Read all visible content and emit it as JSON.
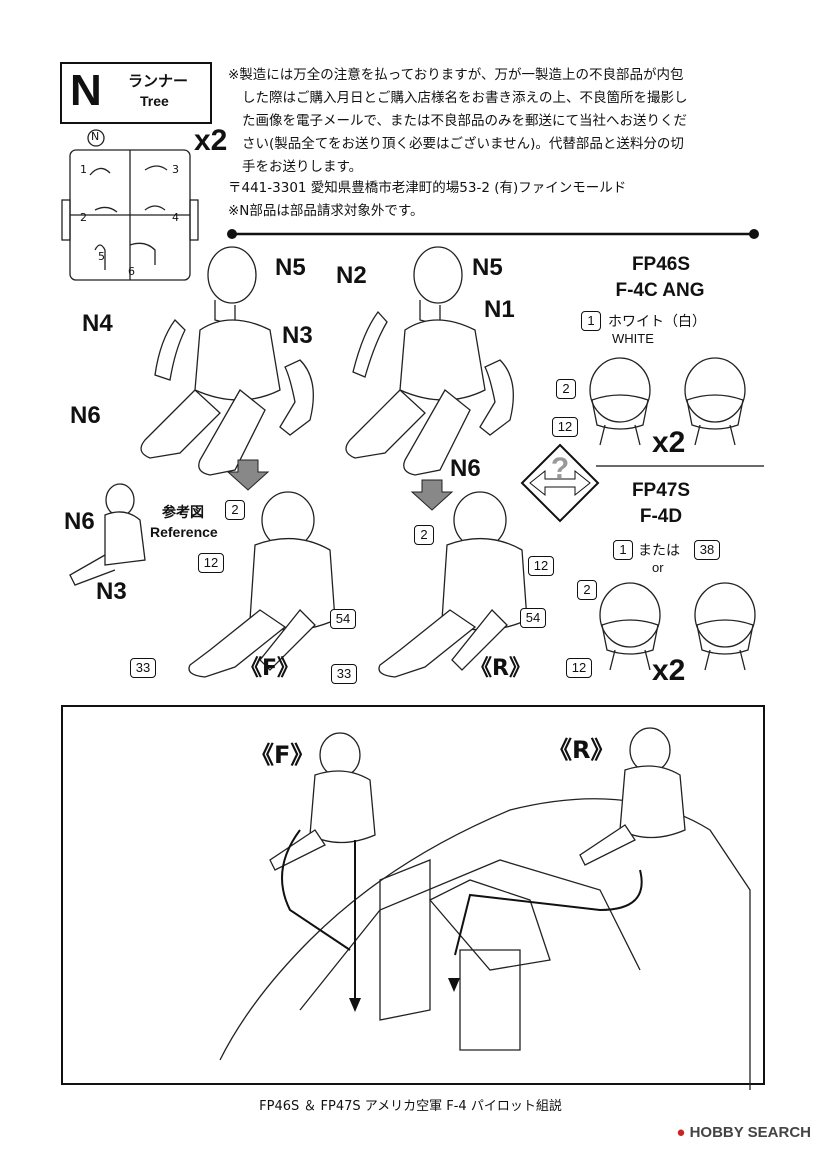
{
  "runner": {
    "letter": "N",
    "label_jp": "ランナー",
    "label_en": "Tree",
    "qty": "x2",
    "circle": "N",
    "parts": [
      "1",
      "2",
      "3",
      "4",
      "5",
      "6"
    ]
  },
  "notice": {
    "lines": [
      "※製造には万全の注意を払っておりますが、万が一製造上の不良部品が内包",
      "した際はご購入月日とご購入店様名をお書き添えの上、不良箇所を撮影し",
      "た画像を電子メールで、または不良部品のみを郵送にて当社へお送りくだ",
      "さい(製品全てをお送り頂く必要はございません)。代替部品と送料分の切",
      "手をお送りします。"
    ],
    "address": "〒441-3301 愛知県豊橋市老津町的場53-2 (有)ファインモールド",
    "n_parts_note": "※N部品は部品請求対象外です。"
  },
  "assembly": {
    "left": {
      "labels": [
        "N5",
        "N4",
        "N3",
        "N6"
      ]
    },
    "middle": {
      "labels": [
        "N2",
        "N5",
        "N1",
        "N6"
      ]
    },
    "reference": {
      "labels": [
        "N6",
        "N3"
      ],
      "title_jp": "参考図",
      "title_en": "Reference"
    }
  },
  "variant_fp46s": {
    "code": "FP46S",
    "model": "F-4C ANG",
    "part1": "1",
    "color_jp": "ホワイト（白）",
    "color_en": "WHITE",
    "part2": "2",
    "part12": "12",
    "qty": "x2"
  },
  "variant_fp47s": {
    "code": "FP47S",
    "model": "F-4D",
    "part1": "1",
    "or_jp": "または",
    "part38": "38",
    "or_en": "or",
    "part2": "2",
    "part12": "12",
    "qty": "x2"
  },
  "pilot_front": {
    "tag": "《F》",
    "parts": [
      "2",
      "12",
      "54",
      "33"
    ]
  },
  "pilot_rear": {
    "tag": "《R》",
    "parts": [
      "2",
      "12",
      "54",
      "33"
    ]
  },
  "cockpit": {
    "front_tag": "《F》",
    "rear_tag": "《R》"
  },
  "caption": "FP46S ＆ FP47S アメリカ空軍 F-4 パイロット組説",
  "watermark": {
    "brand": "HOBBY SEARCH"
  }
}
